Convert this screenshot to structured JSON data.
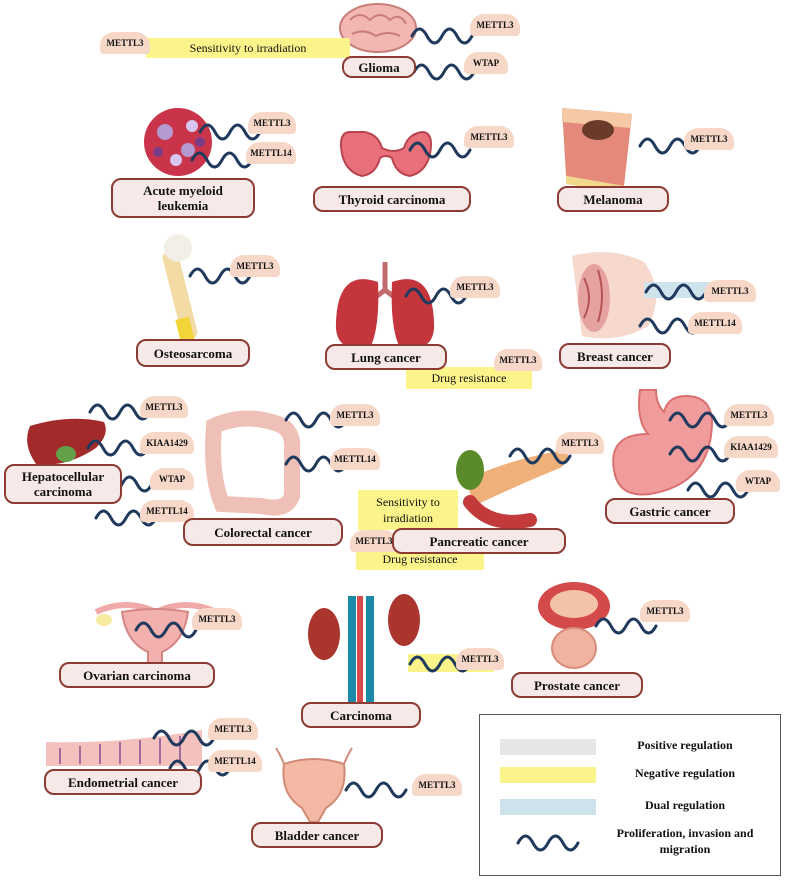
{
  "colors": {
    "wave": "#203a5e",
    "organ_border": "#8c3b33",
    "negative": "#fbf48a",
    "dual": "#cfe3ec",
    "positive": "#e6e6e6",
    "pill": "#f6d7c8"
  },
  "organs": {
    "glioma": "Glioma",
    "aml_line1": "Acute myeloid",
    "aml_line2": "leukemia",
    "thyroid": "Thyroid carcinoma",
    "melanoma": "Melanoma",
    "osteosarcoma": "Osteosarcoma",
    "lung": "Lung cancer",
    "breast": "Breast cancer",
    "hcc_line1": "Hepatocellular",
    "hcc_line2": "carcinoma",
    "colorectal": "Colorectal cancer",
    "pancreatic": "Pancreatic cancer",
    "gastric": "Gastric cancer",
    "ovarian": "Ovarian carcinoma",
    "kidney": "Carcinoma",
    "prostate": "Prostate cancer",
    "endometrial": "Endometrial cancer",
    "bladder": "Bladder cancer"
  },
  "genes": {
    "mettl3": "METTL3",
    "mettl14": "METTL14",
    "wtap": "WTAP",
    "kiaa1429": "KIAA1429"
  },
  "effects": {
    "sensitivity_irradiation": "Sensitivity to irradiation",
    "sensitivity_line1": "Sensitivity to",
    "sensitivity_line2": "irradiation",
    "drug_resistance": "Drug resistance"
  },
  "legend": {
    "positive": "Positive regulation",
    "negative": "Negative regulation",
    "dual": "Dual regulation",
    "prolif_line1": "Proliferation, invasion and",
    "prolif_line2": "migration"
  }
}
